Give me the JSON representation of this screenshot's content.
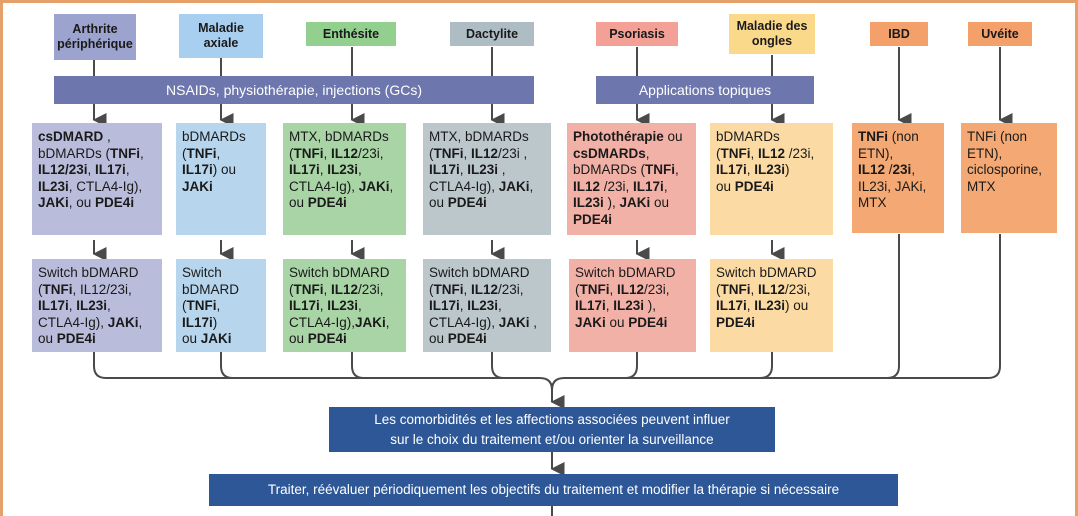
{
  "headers": {
    "arthrite": "Arthrite\npériphérique",
    "axiale": "Maladie\naxiale",
    "enthesite": "Enthésite",
    "dactylite": "Dactylite",
    "psoriasis": "Psoriasis",
    "ongles": "Maladie des\nongles",
    "ibd": "IBD",
    "uveite": "Uvéite"
  },
  "bars": {
    "nsaids": "NSAIDs, physiothérapie, injections (GCs)",
    "topiques": "Applications topiques"
  },
  "first_line": {
    "arthrite": [
      {
        "b": "csDMARD"
      },
      {
        "t": " ,\nbDMARDs ("
      },
      {
        "b": "TNFi"
      },
      {
        "t": ",\n"
      },
      {
        "b": "IL12/23i"
      },
      {
        "t": ", "
      },
      {
        "b": "IL17i"
      },
      {
        "t": ",\n"
      },
      {
        "b": "IL23i"
      },
      {
        "t": ", CTLA4-Ig),\n"
      },
      {
        "b": "JAKi"
      },
      {
        "t": ", ou "
      },
      {
        "b": "PDE4i"
      }
    ],
    "axiale": [
      {
        "t": "bDMARDs\n("
      },
      {
        "b": "TNFi"
      },
      {
        "t": ",\n"
      },
      {
        "b": "IL17i"
      },
      {
        "t": ") ou\n"
      },
      {
        "b": "JAKi"
      }
    ],
    "enthesite": [
      {
        "t": "MTX, bDMARDs\n("
      },
      {
        "b": "TNFi"
      },
      {
        "t": ", "
      },
      {
        "b": "IL12"
      },
      {
        "t": "/23i,\n"
      },
      {
        "b": "IL17i"
      },
      {
        "t": ", "
      },
      {
        "b": "IL23i"
      },
      {
        "t": ",\nCTLA4-Ig), "
      },
      {
        "b": "JAKi"
      },
      {
        "t": ",\nou  "
      },
      {
        "b": "PDE4i"
      }
    ],
    "dactylite": [
      {
        "t": "MTX, bDMARDs\n("
      },
      {
        "b": "TNFi"
      },
      {
        "t": ", "
      },
      {
        "b": "IL12"
      },
      {
        "t": "/23i ,\n"
      },
      {
        "b": "IL17i"
      },
      {
        "t": ", "
      },
      {
        "b": "IL23i"
      },
      {
        "t": " ,\nCTLA4-Ig), "
      },
      {
        "b": "JAKi"
      },
      {
        "t": ",\nou "
      },
      {
        "b": "PDE4i"
      }
    ],
    "psoriasis": [
      {
        "b": "Photothérapie"
      },
      {
        "t": " ou\n"
      },
      {
        "b": "csDMARDs"
      },
      {
        "t": ",\nbDMARDs ("
      },
      {
        "b": "TNFi"
      },
      {
        "t": ",\n"
      },
      {
        "b": "IL12 "
      },
      {
        "t": "/23i, "
      },
      {
        "b": "IL17i"
      },
      {
        "t": ",\n"
      },
      {
        "b": "IL23i"
      },
      {
        "t": " ), "
      },
      {
        "b": "JAKi"
      },
      {
        "t": " ou\n"
      },
      {
        "b": "PDE4i"
      }
    ],
    "ongles": [
      {
        "t": "bDMARDs\n("
      },
      {
        "b": "TNFi"
      },
      {
        "t": ", "
      },
      {
        "b": "IL12 "
      },
      {
        "t": "/23i,\n"
      },
      {
        "b": "IL17i"
      },
      {
        "t": ", "
      },
      {
        "b": "IL23i"
      },
      {
        "t": ")\nou  "
      },
      {
        "b": "PDE4i"
      }
    ],
    "ibd": [
      {
        "b": "TNFi"
      },
      {
        "t": " (non\nETN),\n"
      },
      {
        "b": "IL12 "
      },
      {
        "t": "/"
      },
      {
        "b": "23i"
      },
      {
        "t": ",\nIL23i, JAKi,\nMTX"
      }
    ],
    "uveite": [
      {
        "t": "TNFi (non\nETN),\nciclosporine,\nMTX"
      }
    ]
  },
  "switch": {
    "arthrite": [
      {
        "t": "Switch bDMARD\n("
      },
      {
        "b": "TNFi"
      },
      {
        "t": ", IL12/23i,\n"
      },
      {
        "b": "IL17i"
      },
      {
        "t": ", "
      },
      {
        "b": "IL23i"
      },
      {
        "t": ",\nCTLA4-Ig), "
      },
      {
        "b": "JAKi"
      },
      {
        "t": ",\nou "
      },
      {
        "b": "PDE4i"
      }
    ],
    "axiale": [
      {
        "t": "Switch\nbDMARD\n("
      },
      {
        "b": "TNFi"
      },
      {
        "t": ",\n"
      },
      {
        "b": "IL17i"
      },
      {
        "t": ")\nou "
      },
      {
        "b": "JAKi"
      }
    ],
    "enthesite": [
      {
        "t": "Switch bDMARD\n("
      },
      {
        "b": "TNFi"
      },
      {
        "t": ", "
      },
      {
        "b": "IL12"
      },
      {
        "t": "/23i,\n"
      },
      {
        "b": "IL17i"
      },
      {
        "t": ", "
      },
      {
        "b": "IL23i"
      },
      {
        "t": ",\nCTLA4-Ig),"
      },
      {
        "b": "JAKi"
      },
      {
        "t": ",\nou  "
      },
      {
        "b": "PDE4i"
      }
    ],
    "dactylite": [
      {
        "t": "Switch bDMARD\n("
      },
      {
        "b": "TNFi"
      },
      {
        "t": ", "
      },
      {
        "b": "IL12"
      },
      {
        "t": "/23i,\n"
      },
      {
        "b": "IL17i"
      },
      {
        "t": ", "
      },
      {
        "b": "IL23i"
      },
      {
        "t": ",\nCTLA4-Ig), "
      },
      {
        "b": "JAKi"
      },
      {
        "t": " ,\nou  "
      },
      {
        "b": "PDE4i"
      }
    ],
    "psoriasis": [
      {
        "t": "Switch bDMARD\n("
      },
      {
        "b": "TNFi"
      },
      {
        "t": ", "
      },
      {
        "b": "IL12"
      },
      {
        "t": "/23i,\n"
      },
      {
        "b": "IL17i"
      },
      {
        "t": ", "
      },
      {
        "b": "IL23i"
      },
      {
        "t": " ),\n"
      },
      {
        "b": "JAKi"
      },
      {
        "t": " ou "
      },
      {
        "b": "PDE4i"
      }
    ],
    "ongles": [
      {
        "t": "Switch bDMARD\n("
      },
      {
        "b": "TNFi"
      },
      {
        "t": ", "
      },
      {
        "b": "IL12"
      },
      {
        "t": "/23i,\n"
      },
      {
        "b": "IL17i"
      },
      {
        "t": ", "
      },
      {
        "b": "IL23i"
      },
      {
        "t": ") ou\n"
      },
      {
        "b": "PDE4i"
      }
    ]
  },
  "bottom": {
    "comorbidites": "Les comorbidités et les affections associées peuvent influer\nsur le choix  du traitement et/ou orienter la surveillance",
    "traiter": "Traiter, réévaluer périodiquement les objectifs du traitement et modifier la thérapie si nécessaire"
  },
  "colors": {
    "arrow": "#4a4a4a",
    "navy": "#2e5797",
    "bar": "#6d76ad"
  }
}
